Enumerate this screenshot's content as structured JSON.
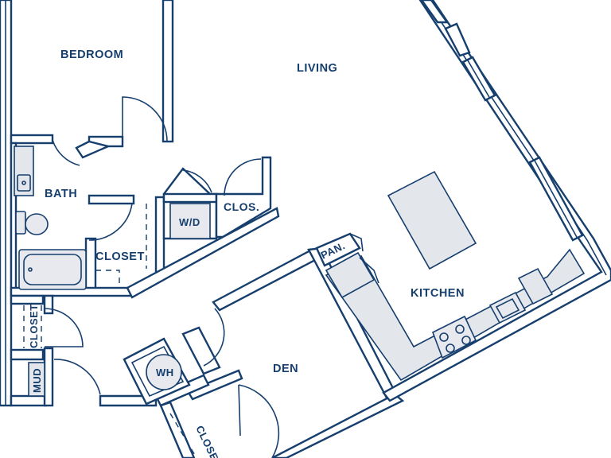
{
  "colors": {
    "line": "#163f6e",
    "fixture_fill": "#e7e9ee",
    "background": "#ffffff"
  },
  "rooms": {
    "bedroom": "BEDROOM",
    "living": "LIVING",
    "bath": "BATH",
    "wd": "W/D",
    "clos": "CLOS.",
    "closet": "CLOSET",
    "closet_vertical": "CLOSET",
    "kitchen": "KITCHEN",
    "pantry": "PAN.",
    "den": "DEN",
    "mud": "MUD",
    "wh": "WH",
    "closet_lower": "CLOSET"
  },
  "icons": [
    "sink-icon",
    "toilet-icon",
    "bathtub-icon",
    "washer-dryer-icon",
    "kitchen-island-icon",
    "cooktop-icon",
    "kitchen-sink-icon",
    "refrigerator-icon",
    "water-heater-icon",
    "window-icon",
    "door-swing-icon"
  ]
}
